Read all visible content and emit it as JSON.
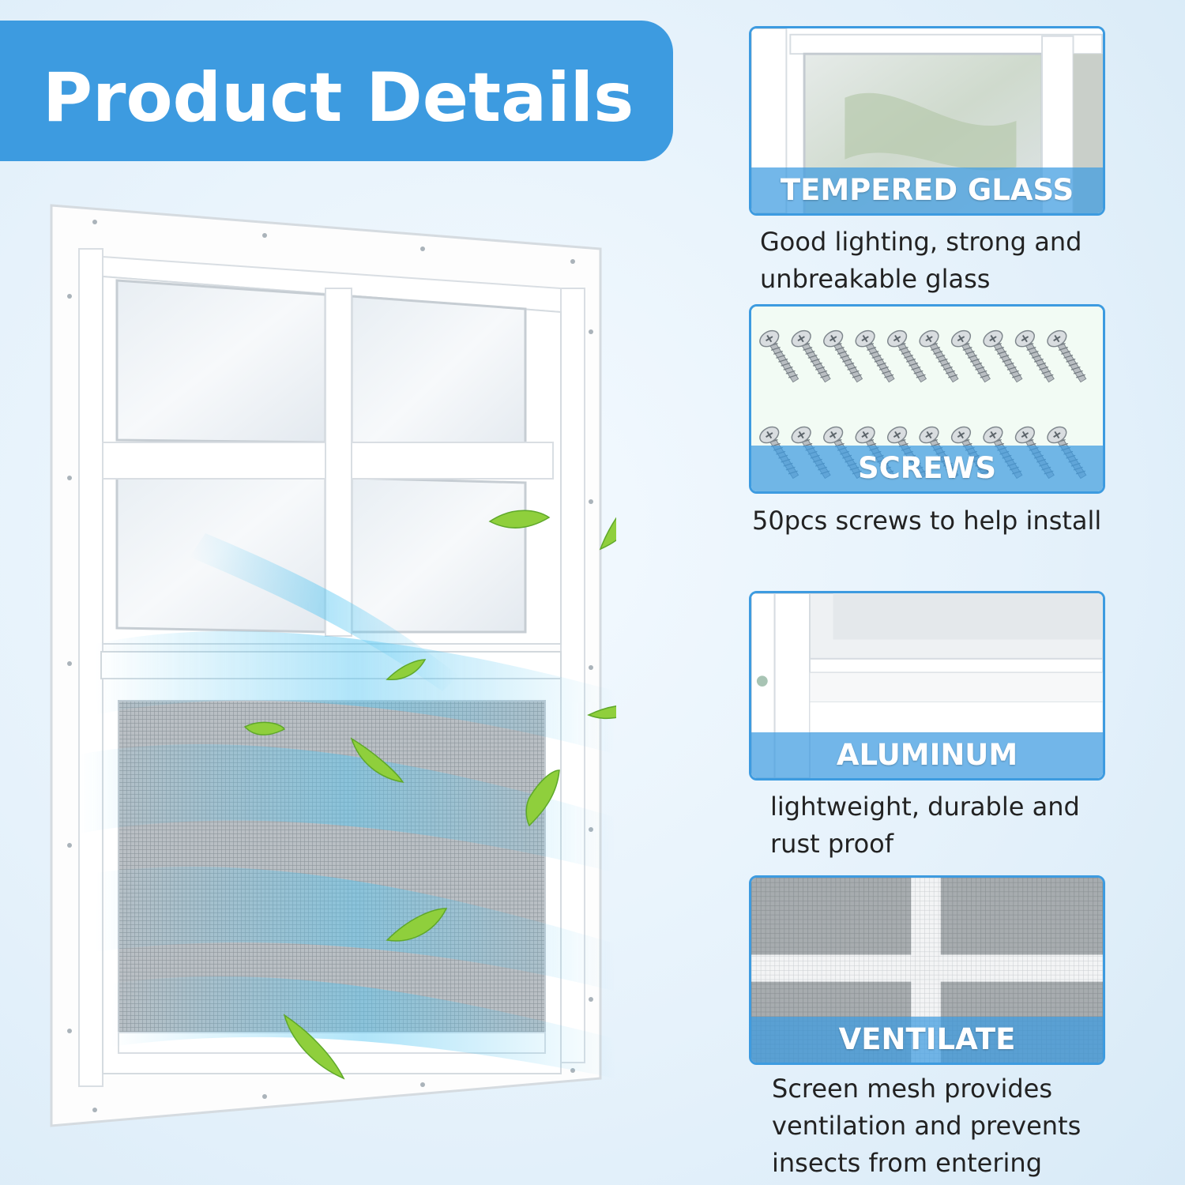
{
  "header": {
    "title": "Product Details"
  },
  "features": [
    {
      "label": "TEMPERED GLASS",
      "desc_lines": [
        "Good lighting, strong and",
        "unbreakable glass"
      ],
      "icon": "glass-pane-icon"
    },
    {
      "label": "SCREWS",
      "desc_lines": [
        "50pcs screws to help install"
      ],
      "icon": "screw-icon"
    },
    {
      "label": "ALUMINUM",
      "desc_lines": [
        "lightweight, durable and",
        "rust proof"
      ],
      "icon": "frame-corner-icon"
    },
    {
      "label": "VENTILATE",
      "desc_lines": [
        "Screen mesh provides",
        "ventilation and prevents",
        "insects from entering"
      ],
      "icon": "mesh-icon"
    }
  ],
  "colors": {
    "accent": "#3d9be0",
    "leaf": "#7cc63a",
    "air": "#55c6f2"
  }
}
